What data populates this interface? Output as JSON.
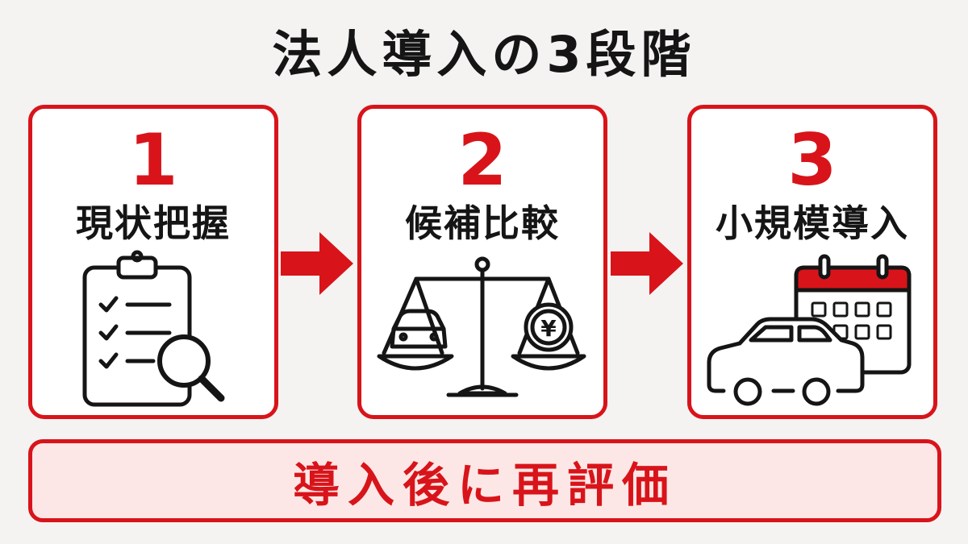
{
  "title": "法人導入の3段階",
  "steps": [
    {
      "number": "1",
      "label": "現状把握",
      "icon": "clipboard-checklist-magnifier-icon"
    },
    {
      "number": "2",
      "label": "候補比較",
      "icon": "balance-scale-car-yen-icon"
    },
    {
      "number": "3",
      "label": "小規模導入",
      "icon": "car-calendar-icon"
    }
  ],
  "yen_symbol": "¥",
  "footer": {
    "label": "導入後に再評価"
  },
  "colors": {
    "accent": "#d8141a",
    "text": "#151515",
    "background": "#f4f3f2",
    "banner_fill": "#fde7e6"
  }
}
